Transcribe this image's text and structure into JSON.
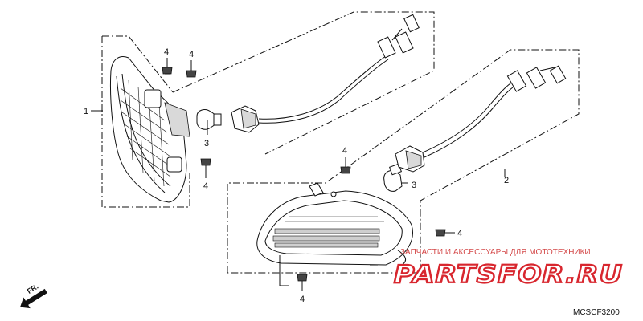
{
  "callouts": {
    "part_1": "1",
    "part_2": "2",
    "part_3_left": "3",
    "part_3_right": "3",
    "part_4_top_a": "4",
    "part_4_top_b": "4",
    "part_4_left_low": "4",
    "part_4_mid": "4",
    "part_4_right": "4",
    "part_4_bottom": "4"
  },
  "direction_marker": "FR.",
  "diagram_code": "MCSCF3200",
  "watermark": {
    "tagline": "ЗАПЧАСТИ И АКСЕССУАРЫ ДЛЯ МОТОТЕХНИКИ",
    "brand": "PARTSFOR.RU",
    "color": "#d8262e"
  }
}
